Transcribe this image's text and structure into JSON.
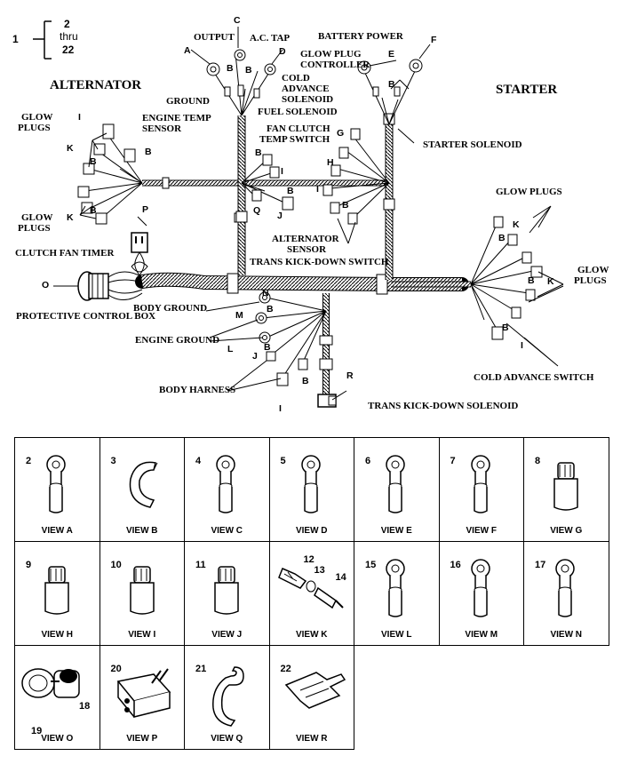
{
  "callout": {
    "left_num": "1",
    "top": "2",
    "mid": "thru",
    "bottom": "22"
  },
  "headers": {
    "alternator": "ALTERNATOR",
    "starter": "STARTER"
  },
  "labels": {
    "output": "OUTPUT",
    "ac_tap": "A.C. TAP",
    "battery_power": "BATTERY POWER",
    "glow_plug_controller_1": "GLOW PLUG",
    "glow_plug_controller_2": "CONTROLLER",
    "cold_advance_solenoid_1": "COLD",
    "cold_advance_solenoid_2": "ADVANCE",
    "cold_advance_solenoid_3": "SOLENOID",
    "fuel_solenoid": "FUEL SOLENOID",
    "ground": "GROUND",
    "engine_temp_sensor_1": "ENGINE TEMP",
    "engine_temp_sensor_2": "SENSOR",
    "glow_plugs_top_1": "GLOW",
    "glow_plugs_top_2": "PLUGS",
    "glow_plugs_left_1": "GLOW",
    "glow_plugs_left_2": "PLUGS",
    "fan_clutch_1": "FAN CLUTCH",
    "fan_clutch_2": "TEMP SWITCH",
    "starter_solenoid": "STARTER SOLENOID",
    "glow_plugs_right_top": "GLOW PLUGS",
    "glow_plugs_right_1": "GLOW",
    "glow_plugs_right_2": "PLUGS",
    "alternator_sensor_1": "ALTERNATOR",
    "alternator_sensor_2": "SENSOR",
    "trans_kickdown_switch": "TRANS KICK-DOWN SWITCH",
    "clutch_fan_timer": "CLUTCH FAN TIMER",
    "protective_control_box": "PROTECTIVE CONTROL BOX",
    "body_ground": "BODY GROUND",
    "engine_ground": "ENGINE GROUND",
    "body_harness": "BODY HARNESS",
    "cold_advance_switch": "COLD ADVANCE SWITCH",
    "trans_kickdown_solenoid": "TRANS KICK-DOWN SOLENOID"
  },
  "letters": {
    "A": "A",
    "B": "B",
    "C": "C",
    "D": "D",
    "E": "E",
    "F": "F",
    "G": "G",
    "H": "H",
    "I": "I",
    "J": "J",
    "K": "K",
    "L": "L",
    "M": "M",
    "N": "N",
    "O": "O",
    "P": "P",
    "Q": "Q",
    "R": "R"
  },
  "views": [
    {
      "label": "VIEW A",
      "parts": [
        "2"
      ],
      "icon": "ring-terminal-icon"
    },
    {
      "label": "VIEW B",
      "parts": [
        "3"
      ],
      "icon": "harness-clip-icon"
    },
    {
      "label": "VIEW C",
      "parts": [
        "4"
      ],
      "icon": "ring-terminal-icon"
    },
    {
      "label": "VIEW D",
      "parts": [
        "5"
      ],
      "icon": "ring-terminal-icon"
    },
    {
      "label": "VIEW E",
      "parts": [
        "6"
      ],
      "icon": "ring-terminal-icon"
    },
    {
      "label": "VIEW F",
      "parts": [
        "7"
      ],
      "icon": "ring-terminal-icon"
    },
    {
      "label": "VIEW G",
      "parts": [
        "8"
      ],
      "icon": "connector-icon"
    },
    {
      "label": "VIEW H",
      "parts": [
        "9"
      ],
      "icon": "connector-icon"
    },
    {
      "label": "VIEW I",
      "parts": [
        "10"
      ],
      "icon": "connector-icon"
    },
    {
      "label": "VIEW J",
      "parts": [
        "11"
      ],
      "icon": "connector-icon"
    },
    {
      "label": "VIEW K",
      "parts": [
        "12",
        "13",
        "14"
      ],
      "icon": "terminal-assembly-icon"
    },
    {
      "label": "VIEW L",
      "parts": [
        "15"
      ],
      "icon": "ring-terminal-icon"
    },
    {
      "label": "VIEW M",
      "parts": [
        "16"
      ],
      "icon": "ring-terminal-icon"
    },
    {
      "label": "VIEW N",
      "parts": [
        "17"
      ],
      "icon": "ring-terminal-icon"
    },
    {
      "label": "VIEW O",
      "parts": [
        "19",
        "18"
      ],
      "icon": "round-connector-icon"
    },
    {
      "label": "VIEW P",
      "parts": [
        "20"
      ],
      "icon": "plug-connector-icon"
    },
    {
      "label": "VIEW Q",
      "parts": [
        "21"
      ],
      "icon": "hook-clip-icon"
    },
    {
      "label": "VIEW R",
      "parts": [
        "22"
      ],
      "icon": "spade-terminal-icon"
    }
  ]
}
